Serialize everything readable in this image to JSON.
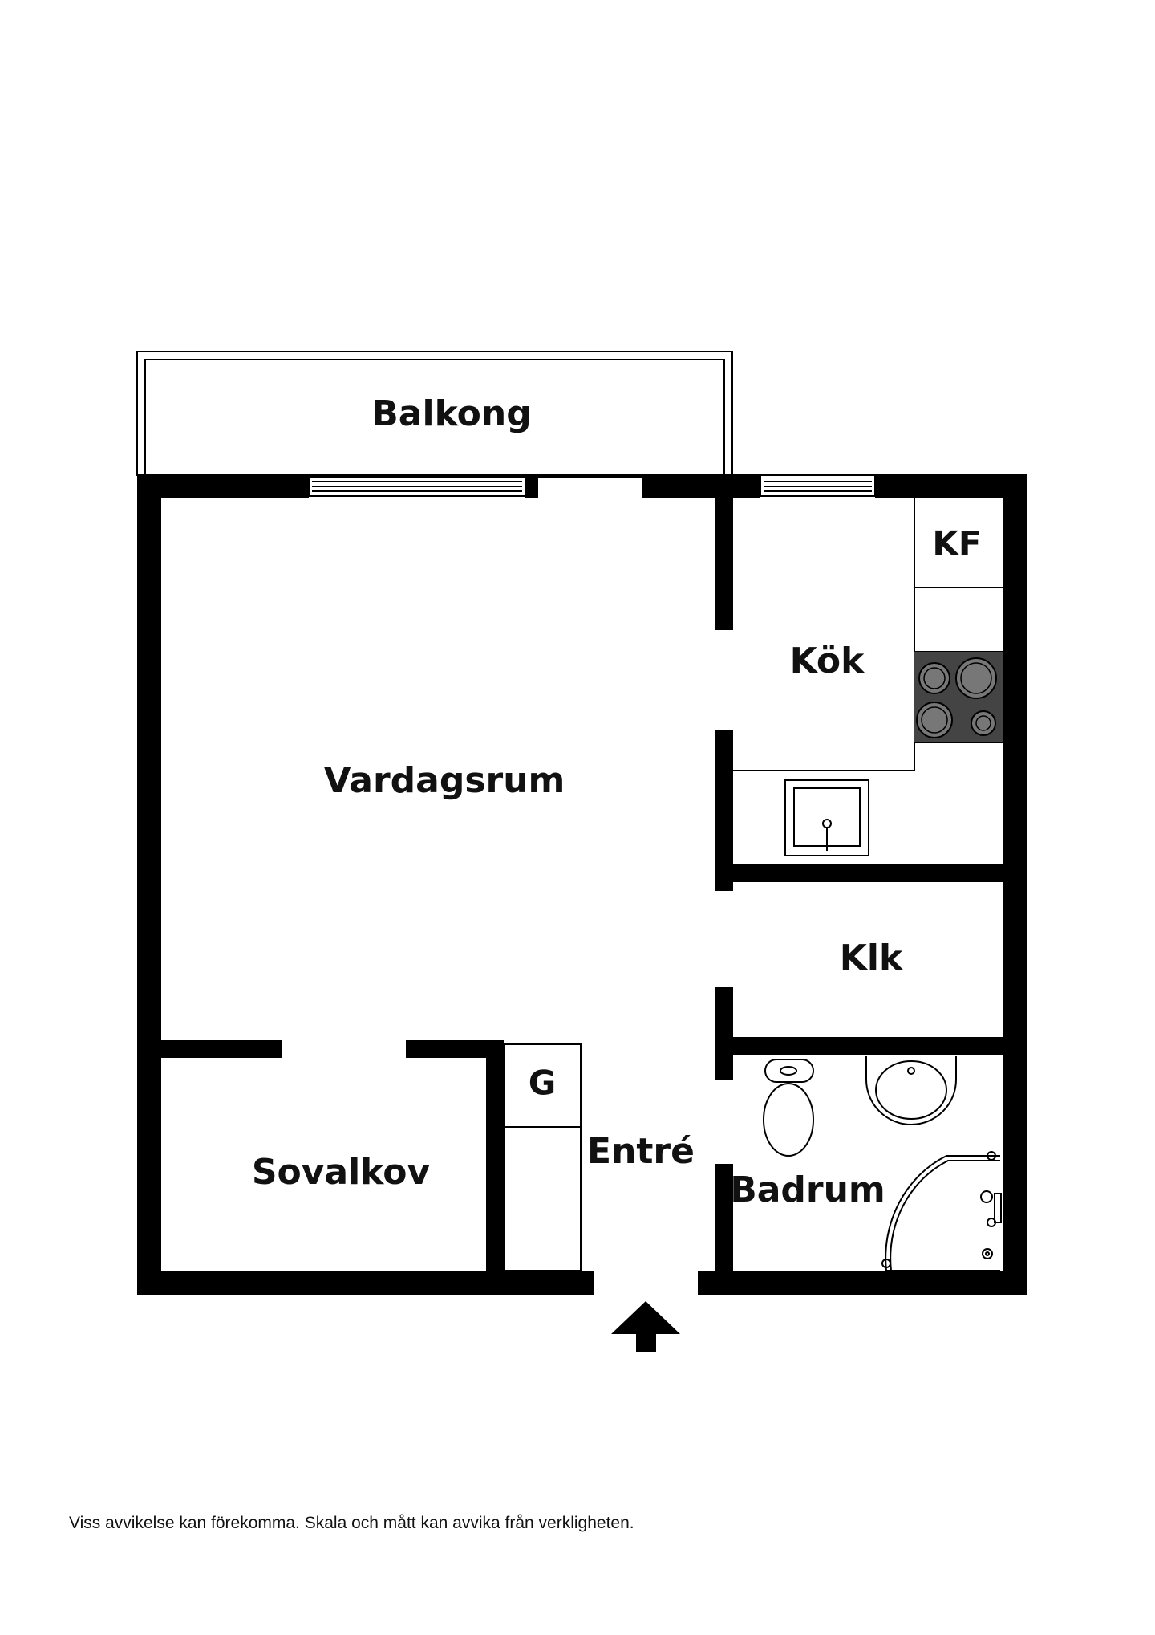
{
  "rooms": {
    "balcony": "Balkong",
    "living_room": "Vardagsrum",
    "kitchen": "Kök",
    "fridge_freezer": "KF",
    "closet": "Klk",
    "sleeping_alcove": "Sovalkov",
    "wardrobe": "G",
    "entrance": "Entré",
    "bathroom": "Badrum"
  },
  "icons": {
    "entrance": "entrance-arrow-icon"
  },
  "disclaimer": "Viss avvikelse kan förekomma. Skala och mått kan avvika från verkligheten.",
  "colors": {
    "wall": "#000000",
    "background": "#ffffff",
    "stove": "#444444",
    "burner": "#777777"
  }
}
